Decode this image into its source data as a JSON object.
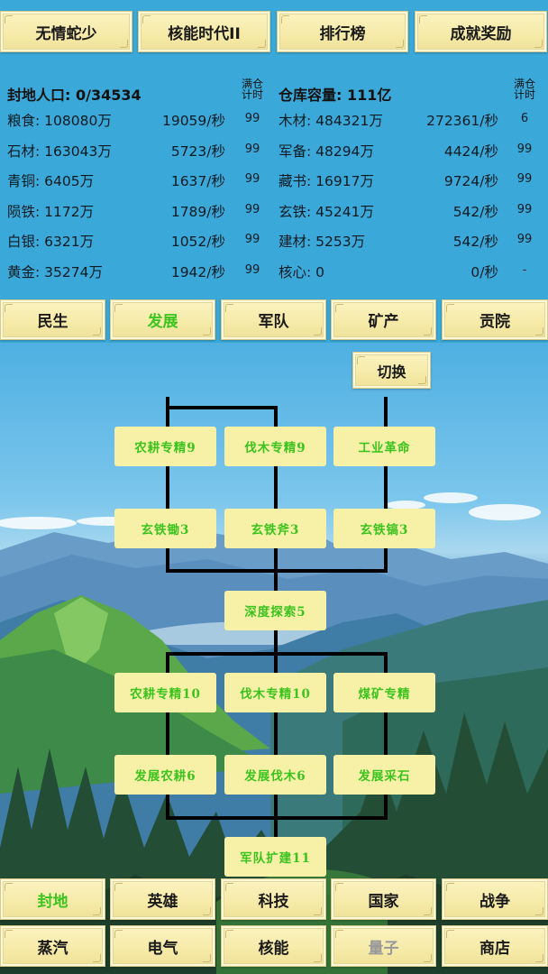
{
  "top_bar": {
    "buttons": [
      {
        "label": "无情蛇少"
      },
      {
        "label": "核能时代II"
      },
      {
        "label": "排行榜"
      },
      {
        "label": "成就奖励"
      }
    ]
  },
  "stats": {
    "left": {
      "title": "封地人口: 0/34534",
      "timer_header": [
        "满仓",
        "计时"
      ],
      "rows": [
        {
          "name": "粮食: 108080万",
          "rate": "19059/秒",
          "timer": "99"
        },
        {
          "name": "石材: 163043万",
          "rate": "5723/秒",
          "timer": "99"
        },
        {
          "name": "青铜: 6405万",
          "rate": "1637/秒",
          "timer": "99"
        },
        {
          "name": "陨铁: 1172万",
          "rate": "1789/秒",
          "timer": "99"
        },
        {
          "name": "白银: 6321万",
          "rate": "1052/秒",
          "timer": "99"
        },
        {
          "name": "黄金: 35274万",
          "rate": "1942/秒",
          "timer": "99"
        }
      ]
    },
    "right": {
      "title": "仓库容量: 111亿",
      "timer_header": [
        "满仓",
        "计时"
      ],
      "rows": [
        {
          "name": "木材: 484321万",
          "rate": "272361/秒",
          "timer": "6"
        },
        {
          "name": "军备: 48294万",
          "rate": "4424/秒",
          "timer": "99"
        },
        {
          "name": "藏书: 16917万",
          "rate": "9724/秒",
          "timer": "99"
        },
        {
          "name": "玄铁: 45241万",
          "rate": "542/秒",
          "timer": "99"
        },
        {
          "name": "建材: 5253万",
          "rate": "542/秒",
          "timer": "99"
        },
        {
          "name": "核心: 0",
          "rate": "0/秒",
          "timer": "-"
        }
      ]
    }
  },
  "category_tabs": {
    "active_index": 1,
    "items": [
      {
        "label": "民生"
      },
      {
        "label": "发展"
      },
      {
        "label": "军队"
      },
      {
        "label": "矿产"
      },
      {
        "label": "贡院"
      }
    ]
  },
  "switch_button": {
    "label": "切换"
  },
  "tech_tree": {
    "node_color": "#f6f1a7",
    "text_color": "#3cc31e",
    "nodes": [
      {
        "label": "农耕专精9"
      },
      {
        "label": "伐木专精9"
      },
      {
        "label": "工业革命"
      },
      {
        "label": "玄铁锄3"
      },
      {
        "label": "玄铁斧3"
      },
      {
        "label": "玄铁镐3"
      },
      {
        "label": "深度探索5"
      },
      {
        "label": "农耕专精10"
      },
      {
        "label": "伐木专精10"
      },
      {
        "label": "煤矿专精"
      },
      {
        "label": "发展农耕6"
      },
      {
        "label": "发展伐木6"
      },
      {
        "label": "发展采石"
      },
      {
        "label": "军队扩建11"
      }
    ]
  },
  "bottom_nav": {
    "row1": [
      {
        "label": "封地",
        "state": "active"
      },
      {
        "label": "英雄"
      },
      {
        "label": "科技"
      },
      {
        "label": "国家"
      },
      {
        "label": "战争"
      }
    ],
    "row2": [
      {
        "label": "蒸汽"
      },
      {
        "label": "电气"
      },
      {
        "label": "核能"
      },
      {
        "label": "量子",
        "state": "disabled"
      },
      {
        "label": "商店"
      }
    ]
  },
  "colors": {
    "header_bg": "#3aa8d8",
    "active_text": "#3cc31e",
    "disabled_text": "#9a9a9a",
    "button_bg": "#f6eba9"
  }
}
